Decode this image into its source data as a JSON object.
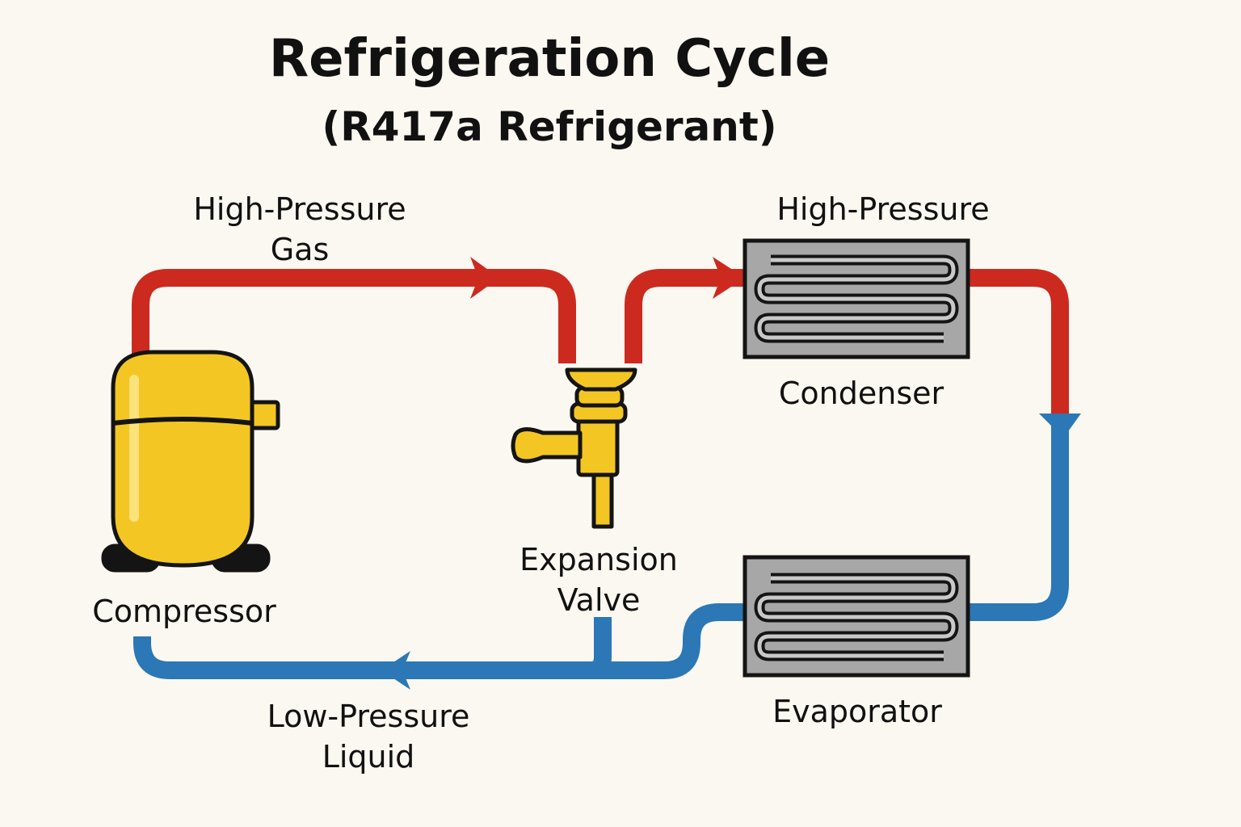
{
  "title": "Refrigeration Cycle",
  "subtitle": "(R417a Refrigerant)",
  "colors": {
    "background": "#fbf8f1",
    "high_pressure_line": "#cc2a1e",
    "low_pressure_line": "#2c77b6",
    "compressor": "#f3c623",
    "coil_panel": "#a7a7a7",
    "outline": "#141414"
  },
  "components": {
    "compressor": "Compressor",
    "expansion_valve": [
      "Expansion",
      "Valve"
    ],
    "condenser": "Condenser",
    "evaporator": "Evaporator"
  },
  "flow_labels": {
    "high_pressure_gas": [
      "High-Pressure",
      "Gas"
    ],
    "high_pressure": "High-Pressure",
    "low_pressure_liquid": [
      "Low-Pressure",
      "Liquid"
    ]
  }
}
